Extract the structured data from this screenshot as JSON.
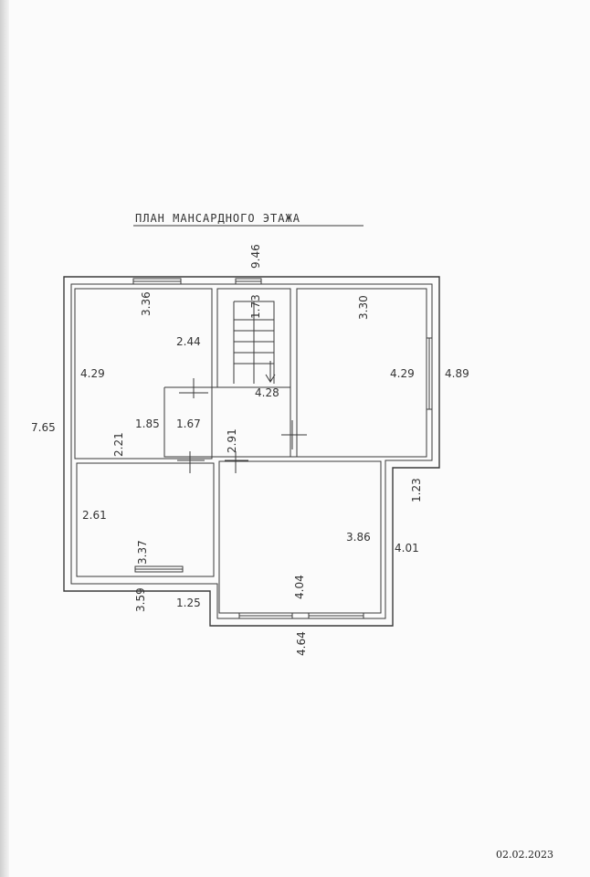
{
  "title": "ПЛАН МАНСАРДНОГО ЭТАЖА",
  "date": "02.02.2023",
  "dimensions": {
    "d946": "9.46",
    "d336": "3.36",
    "d173": "1.73",
    "d330": "3.30",
    "d244": "2.44",
    "d429a": "4.29",
    "d429b": "4.29",
    "d489": "4.89",
    "d428": "4.28",
    "d765": "7.65",
    "d185": "1.85",
    "d167": "1.67",
    "d291": "2.91",
    "d221": "2.21",
    "d123": "1.23",
    "d261": "2.61",
    "d386": "3.86",
    "d401": "4.01",
    "d337": "3.37",
    "d359": "3.59",
    "d125": "1.25",
    "d404": "4.04",
    "d464": "4.64"
  }
}
